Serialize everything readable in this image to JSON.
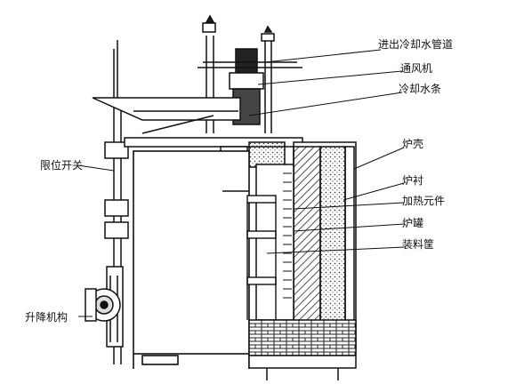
{
  "labels": {
    "in_out_pipe": "进出冷却水管道",
    "fan": "通风机",
    "cooling_strip": "冷却水条",
    "shell": "炉壳",
    "lining": "炉衬",
    "heater": "加热元件",
    "retort": "炉罐",
    "basket": "装料筐",
    "limit_switch": "限位开关",
    "lift_mechanism": "升降机构"
  }
}
